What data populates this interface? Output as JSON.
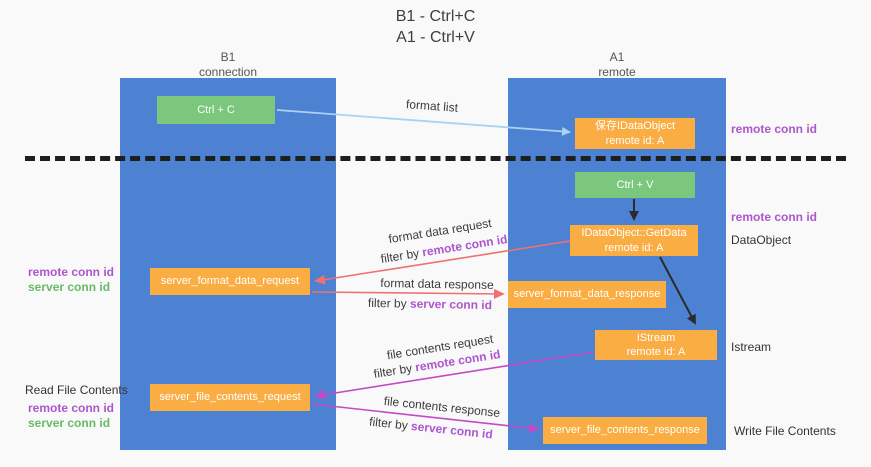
{
  "title": {
    "line1": "B1 - Ctrl+C",
    "line2": "A1 - Ctrl+V"
  },
  "columns": {
    "left": {
      "name": "B1",
      "role": "connection"
    },
    "right": {
      "name": "A1",
      "role": "remote"
    }
  },
  "boxes": {
    "ctrl_c": "Ctrl + C",
    "save_dataobject": {
      "line1": "保存IDataObject",
      "line2": "remote id: A"
    },
    "ctrl_v": "Ctrl + V",
    "getdata": {
      "line1": "IDataObject::GetData",
      "line2": "remote id: A"
    },
    "format_request": "server_format_data_request",
    "format_response": "server_format_data_response",
    "istream": {
      "line1": "IStream",
      "line2": "remote id: A"
    },
    "file_request": "server_file_contents_request",
    "file_response": "server_file_contents_response"
  },
  "annotations": {
    "remote_conn_id_top_right": "remote conn id",
    "remote_conn_id_mid_right": "remote conn id",
    "dataobject": "DataObject",
    "istream": "Istream",
    "write_file_contents": "Write File Contents",
    "read_file_contents": "Read File Contents",
    "remote_conn_id_left_1": "remote conn id",
    "server_conn_id_left_1": "server conn id",
    "remote_conn_id_left_2": "remote conn id",
    "server_conn_id_left_2": "server conn id"
  },
  "arrow_labels": {
    "format_list": "format list",
    "format_data_request": "format data request",
    "format_data_request_filter": {
      "prefix": "filter by ",
      "key": "remote conn id"
    },
    "format_data_response": "format data response",
    "format_data_response_filter": {
      "prefix": "filter by ",
      "key": "server conn id"
    },
    "file_contents_request": "file contents request",
    "file_contents_request_filter": {
      "prefix": "filter by ",
      "key": "remote conn id"
    },
    "file_contents_response": "file contents response",
    "file_contents_response_filter": {
      "prefix": "filter by ",
      "key": "server conn id"
    }
  },
  "colors": {
    "column_blue": "#4d82d3",
    "box_green": "#7cc77e",
    "box_orange": "#f9ad42",
    "remote_conn_purple": "#ad56cd",
    "server_conn_green": "#67bb68",
    "arrow_salmon": "#ee7272",
    "arrow_magenta": "#c34ac5",
    "arrow_lightblue": "#a9d3f2",
    "arrow_black": "#2b2b2b"
  }
}
